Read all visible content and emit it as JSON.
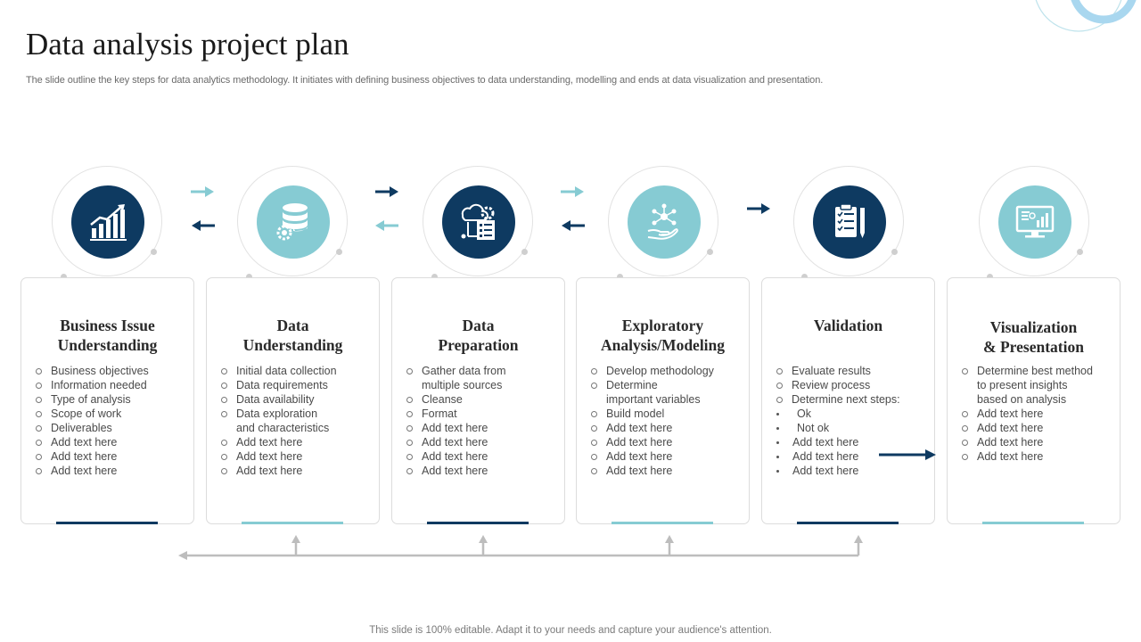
{
  "header": {
    "title": "Data analysis project plan",
    "subtitle": "The slide outline the key steps for data analytics methodology. It initiates with defining business objectives to data understanding, modelling and ends at data visualization and presentation."
  },
  "colors": {
    "dark": "#0e3a61",
    "light": "#86cbd3",
    "arrow_gray": "#bdbdbd"
  },
  "steps": [
    {
      "icon": "bar-chart-growth-icon",
      "title_line1": "Business Issue",
      "title_line2": "Understanding",
      "items": [
        "Business objectives",
        "Information  needed",
        "Type of analysis",
        "Scope of work",
        "Deliverables",
        "Add text here",
        "Add text here",
        "Add text here"
      ]
    },
    {
      "icon": "database-gear-icon",
      "title_line1": "Data",
      "title_line2": "Understanding",
      "items": [
        "Initial data collection",
        "Data requirements",
        "Data availability",
        "Data exploration",
        "and characteristics",
        "Add text here",
        "Add text here",
        "Add text here"
      ]
    },
    {
      "icon": "data-processing-icon",
      "title_line1": "Data",
      "title_line2": "Preparation",
      "items": [
        "Gather data from",
        "multiple sources",
        "Cleanse",
        "Format",
        "Add text here",
        "Add text here",
        "Add text here",
        "Add text here"
      ]
    },
    {
      "icon": "hand-network-icon",
      "title_line1": "Exploratory",
      "title_line2": "Analysis/Modeling",
      "items": [
        "Develop  methodology",
        "Determine",
        "important variables",
        "Build model",
        "Add text here",
        "Add text here",
        "Add text here",
        "Add text here"
      ]
    },
    {
      "icon": "clipboard-checklist-icon",
      "title_line1": "Validation",
      "title_line2": "",
      "items": [
        "Evaluate  results",
        "Review  process",
        "Determine  next steps:",
        "Ok",
        "Not ok",
        "Add text here",
        "Add text here",
        "Add text here"
      ]
    },
    {
      "icon": "monitor-presentation-icon",
      "title_line1": "Visualization",
      "title_line2": "& Presentation",
      "items": [
        "Determine  best method",
        "to present insights",
        "based on analysis",
        "Add text here",
        "Add text here",
        "Add text here",
        "Add text here"
      ]
    }
  ],
  "footer": "This slide is 100% editable. Adapt it to your needs and capture your audience's attention."
}
